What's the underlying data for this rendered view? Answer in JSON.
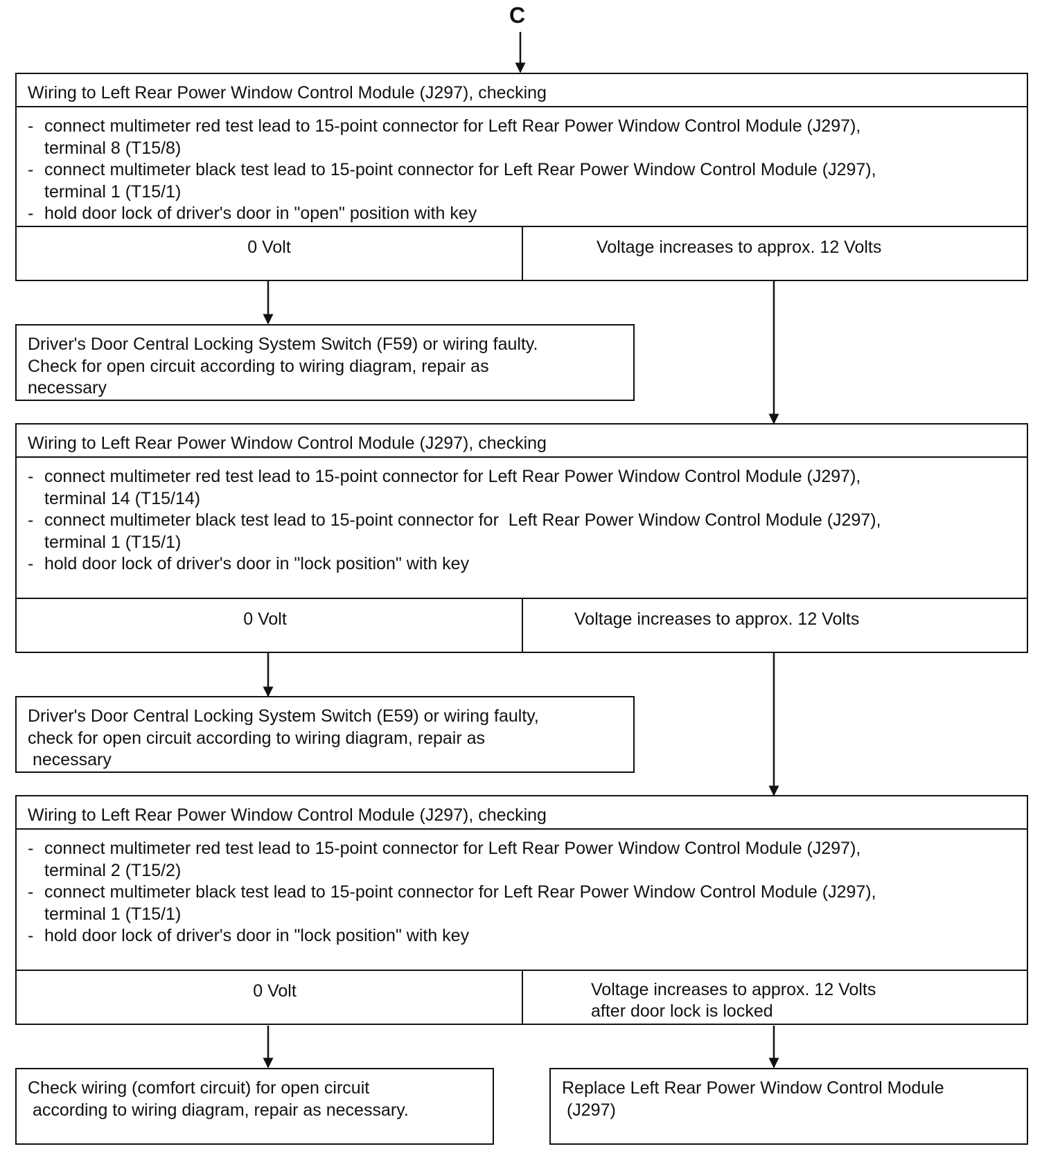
{
  "start_label": "C",
  "checks": [
    {
      "header": "Wiring to Left Rear Power Window Control Module (J297), checking",
      "steps": [
        "connect multimeter red test lead to 15-point connector for Left Rear Power Window Control Module (J297),\nterminal 8 (T15/8)",
        "connect multimeter black test lead to 15-point connector for Left Rear Power Window Control Module (J297),\nterminal 1 (T15/1)",
        "hold door lock of driver's door in \"open\" position with key"
      ],
      "result_left": "0 Volt",
      "result_right": "Voltage  increases to approx. 12 Volts"
    },
    {
      "header": "Wiring to Left Rear Power Window Control Module (J297), checking",
      "steps": [
        "connect multimeter red test lead to 15-point connector for Left Rear Power Window Control Module (J297),\nterminal 14 (T15/14)",
        "connect multimeter black test lead to 15-point connector for  Left Rear Power Window Control Module (J297),\nterminal 1 (T15/1)",
        "hold door lock of driver's door in \"lock position\" with key"
      ],
      "result_left": "0 Volt",
      "result_right": "Voltage increases to approx. 12 Volts"
    },
    {
      "header": "Wiring to Left Rear Power Window Control Module (J297), checking",
      "steps": [
        "connect multimeter red test lead to 15-point connector for Left Rear Power Window Control Module (J297),\nterminal 2 (T15/2)",
        "connect multimeter black test lead to 15-point connector for Left Rear Power Window Control Module (J297),\nterminal 1 (T15/1)",
        "hold door lock of driver's door in \"lock position\" with key"
      ],
      "result_left": "0 Volt",
      "result_right": "Voltage increases to approx. 12 Volts\nafter door lock is locked"
    }
  ],
  "outcomes": {
    "fault_1": "Driver's Door Central Locking System Switch (F59) or wiring faulty.\nCheck for open circuit according to wiring diagram, repair as\nnecessary",
    "fault_2": "Driver's Door Central Locking System Switch (E59) or wiring faulty,\ncheck for open circuit according to wiring diagram, repair as\n necessary",
    "fault_3": "Check wiring (comfort circuit) for open circuit\n according to wiring diagram, repair as necessary.",
    "final": "Replace Left Rear Power Window Control Module\n (J297)"
  }
}
